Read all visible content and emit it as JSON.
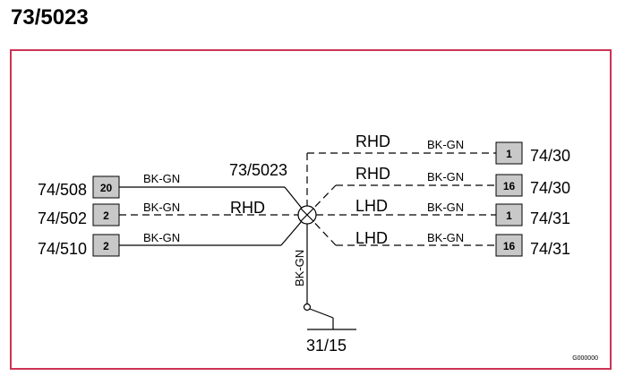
{
  "page": {
    "title": "73/5023"
  },
  "diagram": {
    "frame_color": "#cc3355",
    "splice": {
      "label": "73/5023"
    },
    "left_connectors": [
      {
        "id": "74/508",
        "pin": "20",
        "wire": "BK-GN",
        "variant": ""
      },
      {
        "id": "74/502",
        "pin": "2",
        "wire": "BK-GN",
        "variant": "RHD"
      },
      {
        "id": "74/510",
        "pin": "2",
        "wire": "BK-GN",
        "variant": ""
      }
    ],
    "right_connectors": [
      {
        "id": "74/30",
        "pin": "1",
        "wire": "BK-GN",
        "variant": "RHD"
      },
      {
        "id": "74/30",
        "pin": "16",
        "wire": "BK-GN",
        "variant": "RHD"
      },
      {
        "id": "74/31",
        "pin": "1",
        "wire": "BK-GN",
        "variant": "LHD"
      },
      {
        "id": "74/31",
        "pin": "16",
        "wire": "BK-GN",
        "variant": "LHD"
      }
    ],
    "ground": {
      "wire": "BK-GN",
      "label": "31/15"
    },
    "code": "G000000"
  }
}
